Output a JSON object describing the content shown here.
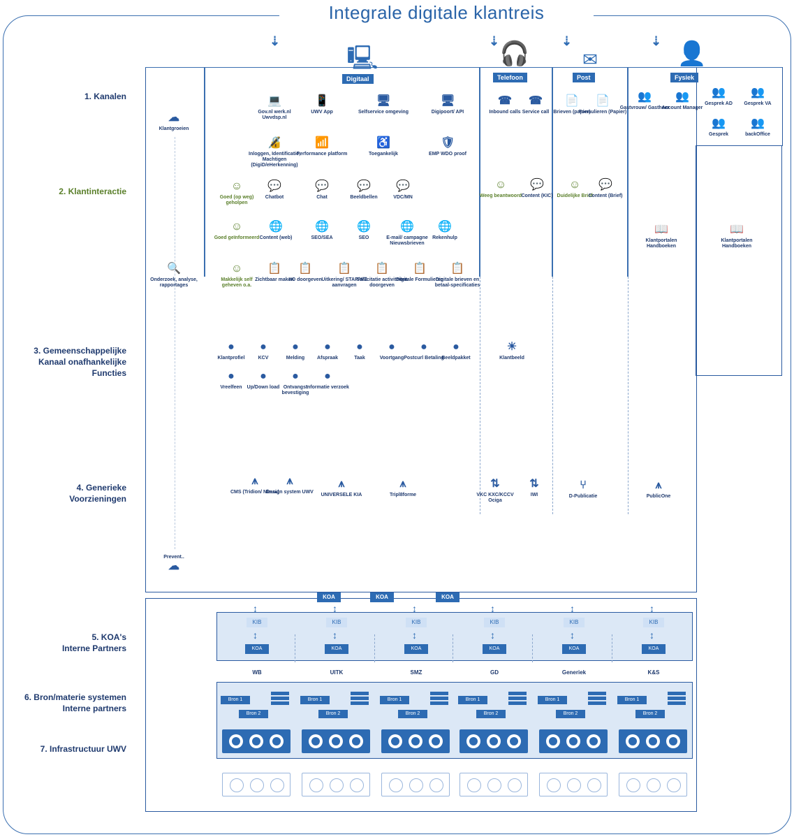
{
  "title": "Integrale digitale klantreis",
  "rows": [
    {
      "label": "1. Kanalen",
      "green": false
    },
    {
      "label": "2. Klantinteractie",
      "green": true
    },
    {
      "label": "3. Gemeenschappelijke\nKanaal onafhankelijke\nFuncties",
      "green": false
    },
    {
      "label": "4. Generieke\nVoorzieningen",
      "green": false
    },
    {
      "label": "5. KOA's\nInterne Partners",
      "green": false
    },
    {
      "label": "6. Bron/materie systemen\nInterne partners",
      "green": false
    },
    {
      "label": "7. Infrastructuur UWV",
      "green": false
    }
  ],
  "channels": [
    "Digitaal",
    "Telefoon",
    "Post",
    "Fysiek"
  ],
  "left_column": {
    "top": "Klantgroeien",
    "middle": "Onderzoek, analyse, rapportages",
    "bottom": "Prevent.."
  },
  "kanalen": {
    "digitaal": [
      "Gov.nl werk.nl Uwvdsp.nl",
      "UWV App",
      "Selfservice omgeving",
      "Digipoort/ API",
      "Inloggen, Identificatie, Machtigen (DigiD/eHerkenning)",
      "Performance platform",
      "Toegankelijk",
      "EMP WDO proof"
    ],
    "telefoon": [
      "Inbound calls",
      "Service call"
    ],
    "post": [
      "Brieven (papier)",
      "Formulieren (Papier)"
    ],
    "fysiek": [
      "Gastvrouw/ Gastheer",
      "Account Manager",
      "Gesprek AD",
      "Gesprek VA",
      "Gesprek",
      "backOffice"
    ]
  },
  "klantinteractie": {
    "row1": [
      "Goed (op weg) geholpen",
      "Chatbot",
      "Chat",
      "Beeldbellen",
      "VDC/MN"
    ],
    "row2": [
      "Goed geïnformeerd",
      "Content (web)",
      "SEO/SEA",
      "SEO",
      "E-mail/ campagne Nieuwsbrieven",
      "Rekenhulp"
    ],
    "row3": [
      "Makkelijk self geheven o.a.",
      "Zichtbaar maken",
      "XO doorgeven",
      "Uitkering/ STAP/WZ aanvragen",
      "Sollicitatie activiteiten doorgeven",
      "Digitale Formulieren",
      "Digitale brieven en betaal-specificaties"
    ],
    "telefoon": [
      "Weeg beantwoord",
      "Content (KIC)"
    ],
    "post": [
      "Duidelijke Brief",
      "Content (Brief)"
    ],
    "fysiek": [
      "Klantportalen Handboeken",
      "Klantportalen Handboeken"
    ]
  },
  "functies": {
    "digitaal": [
      "Klantprofiel",
      "KCV",
      "Melding",
      "Afspraak",
      "Taak",
      "Voortgang",
      "Postcurl Betaling",
      "Beeldpakket",
      "Vreelfeen",
      "Up/Down load",
      "Ontvangst bevestiging",
      "Informatie verzoek"
    ],
    "telefoon": [
      "Klantbeeld"
    ]
  },
  "voorzieningen": {
    "digitaal": [
      "CMS (Tridion/ Nieuw)",
      "Design system UWV",
      "UNIVERSELE KIA",
      "Tripl8forme"
    ],
    "telefoon": [
      "VKC KXC/KCCV Ociga",
      "IWI"
    ],
    "post": [
      "D-Publicatie"
    ],
    "fysiek": [
      "PublicOne"
    ]
  },
  "koa_top": [
    "KOA",
    "KOA",
    "KOA"
  ],
  "partners": [
    {
      "name": "WB",
      "kib": "KIB",
      "koa": "KOA"
    },
    {
      "name": "UITK",
      "kib": "KIB",
      "koa": "KOA"
    },
    {
      "name": "SMZ",
      "kib": "KIB",
      "koa": "KOA"
    },
    {
      "name": "GD",
      "kib": "KIB",
      "koa": "KOA"
    },
    {
      "name": "Generiek",
      "kib": "KIB",
      "koa": "KOA"
    },
    {
      "name": "K&S",
      "kib": "KIB",
      "koa": "KOA"
    }
  ],
  "bron": [
    "Bron 1",
    "Bron 2"
  ],
  "icons": {
    "digitaal": "laptop-phone-icon",
    "telefoon": "headset-icon",
    "post": "envelope-icon",
    "fysiek": "person-icon"
  },
  "colors": {
    "primary": "#2d6bb3",
    "dark": "#1f3a6e",
    "green": "#5a7f2a",
    "light": "#dce8f6"
  }
}
